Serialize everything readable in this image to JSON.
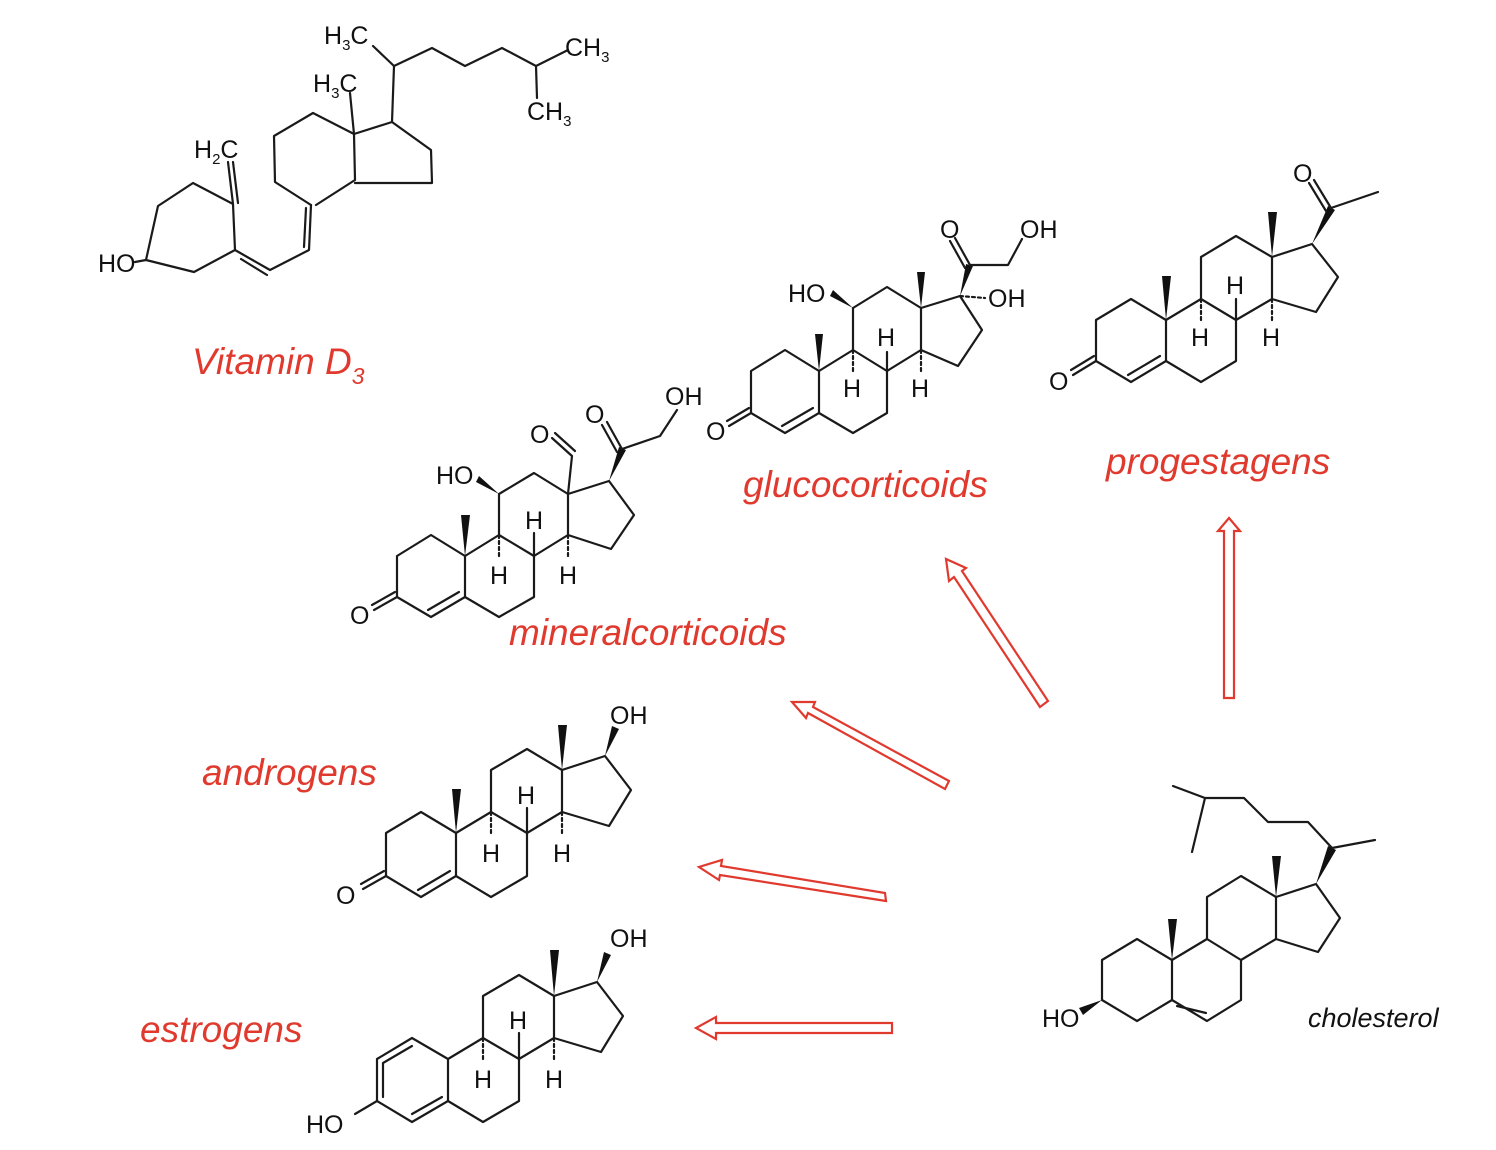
{
  "labels": {
    "vitamin_d3": "Vitamin D",
    "vitamin_d3_sub": "3",
    "glucocorticoids": "glucocorticoids",
    "progestagens": "progestagens",
    "mineralcorticoids": "mineralcorticoids",
    "androgens": "androgens",
    "estrogens": "estrogens",
    "cholesterol": "cholesterol"
  },
  "atoms": {
    "oh": "OH",
    "ho": "HO",
    "o": "O",
    "h": "H",
    "h3c": "H",
    "c": "C",
    "ch": "CH",
    "h2": "H",
    "three": "3",
    "two": "2"
  },
  "colors": {
    "accent": "#e03a2f",
    "ink": "#111111"
  }
}
